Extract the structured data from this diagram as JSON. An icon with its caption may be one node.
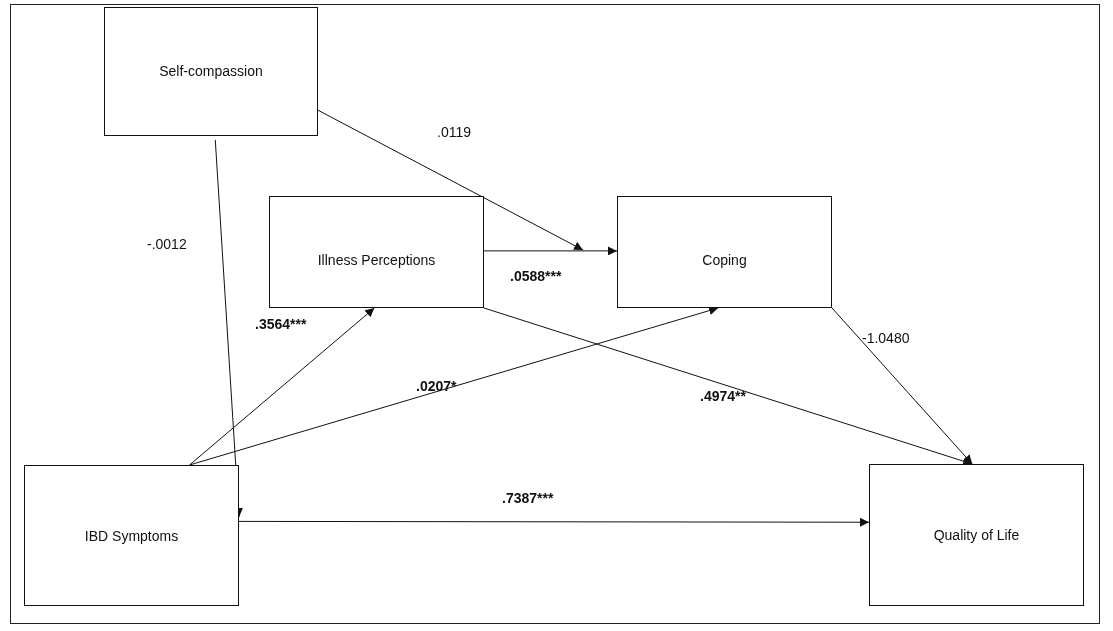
{
  "diagram": {
    "nodes": [
      {
        "text": [
          "Self-compassion"
        ]
      },
      {
        "text": [
          "Illness Perceptions"
        ]
      },
      {
        "text": [
          "Coping"
        ]
      },
      {
        "text": [
          "IBD Symptoms"
        ]
      },
      {
        "text": [
          "Quality of Life"
        ]
      }
    ],
    "edges": [
      {
        "from": 1,
        "to": 2,
        "arrow": "to",
        "label": ".0588***"
      },
      {
        "from": 0,
        "to": null,
        "arrow": "to",
        "label": ".0119"
      },
      {
        "from": 0,
        "to": 3,
        "arrow": "to",
        "label": "-.0012"
      },
      {
        "from": 3,
        "to": 1,
        "arrow": "to",
        "label": ".3564***"
      },
      {
        "from": 3,
        "to": 2,
        "arrow": "to",
        "label": ".0207*"
      },
      {
        "from": 1,
        "to": 4,
        "arrow": "to",
        "label": ".4974**"
      },
      {
        "from": 2,
        "to": 4,
        "arrow": "to",
        "label": "-1.0480"
      },
      {
        "from": 3,
        "to": 4,
        "arrow": "to",
        "label": ".7387***"
      }
    ]
  }
}
